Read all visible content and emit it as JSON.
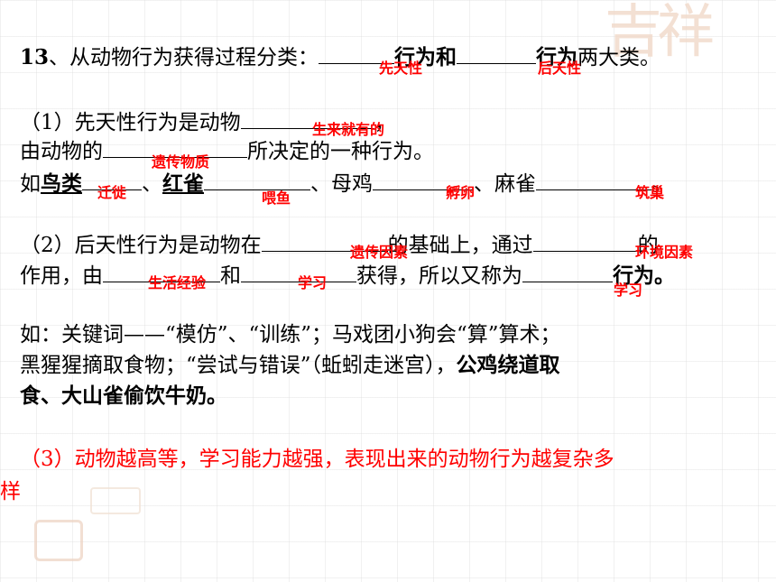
{
  "q13": {
    "number": "13",
    "prefix": "、从动物行为获得过程分类：",
    "word1": "行为和",
    "word2": "行为",
    "suffix": "两大类。",
    "answer1": "先天性",
    "answer2": "后天性"
  },
  "p1": {
    "line1_a": "（1）先天性行为是动物",
    "line1_b": "，",
    "line2_a": "由动物的",
    "line2_b": "所决定的一种行为。",
    "line3_prefix": "如",
    "bird": "鸟类",
    "sep1": "、",
    "redbird": "红雀",
    "sep2": "、母鸡",
    "sep3": "、麻雀",
    "end": "。",
    "ans_born": "生来就有的",
    "ans_genetic": "遗传物质",
    "ans_migrate": "迁徙",
    "ans_feedfish": "喂鱼",
    "ans_hatch": "孵卵",
    "ans_nest": "筑巢"
  },
  "p2": {
    "line1_a": "（2）后天性行为是动物在",
    "line1_b": "的基础上，通过",
    "line1_c": "的",
    "line2_a": "作用，由",
    "line2_b": "和",
    "line2_c": "获得，所以又称为",
    "line2_end": "行为。",
    "ans_genetic_factor": "遗传因素",
    "ans_env_factor": "环境因素",
    "ans_life_exp": "生活经验",
    "ans_learn1": "学习",
    "ans_learn2": "学习"
  },
  "examples": {
    "line1": "如：关键词——“模仿”、“训练”；马戏团小狗会“算”算术；",
    "line2_a": "黑猩猩摘取食物；“尝试与错误”（蚯蚓走迷宫），",
    "line2_b": "公鸡绕道取",
    "line3": "食、大山雀偷饮牛奶。"
  },
  "p3": {
    "line1": "（3）动物越高等，学习能力越强，表现出来的动物行为越复杂多",
    "line2": "样"
  }
}
